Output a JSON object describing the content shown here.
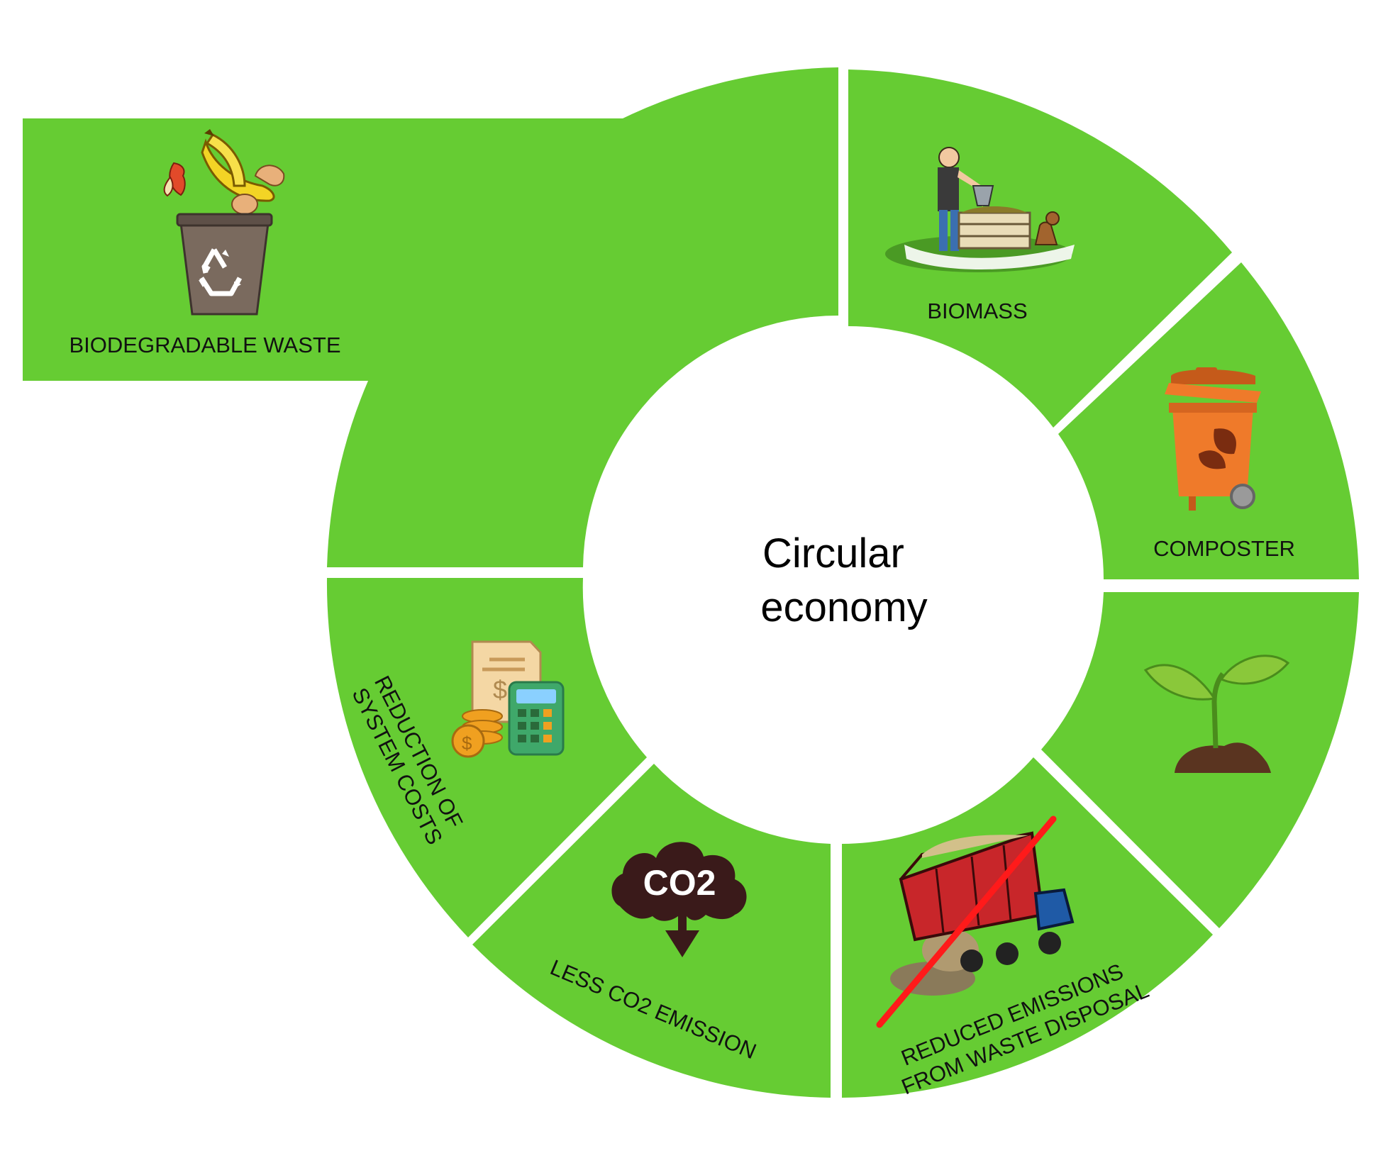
{
  "diagram": {
    "center_label": [
      "Circular",
      "economy"
    ],
    "colors": {
      "segment": "#66cc33",
      "background": "#ffffff",
      "strike": "#ff1a1a"
    },
    "segments": [
      {
        "name": "biodegradable-waste",
        "label": "BIODEGRADABLE WASTE",
        "icon": "compost-bin-with-fruit-peels-icon"
      },
      {
        "name": "biomass",
        "label": "BIOMASS",
        "icon": "man-composting-icon"
      },
      {
        "name": "composter",
        "label": "COMPOSTER",
        "icon": "orange-compost-bin-icon"
      },
      {
        "name": "plant-growth",
        "label": "",
        "icon": "sprout-icon"
      },
      {
        "name": "reduced-emissions",
        "label_lines": [
          "REDUCED EMISSIONS",
          "FROM WASTE DISPOSAL"
        ],
        "icon": "crossed-out-dump-truck-icon"
      },
      {
        "name": "less-co2",
        "label": "LESS CO2 EMISSION",
        "icon": "co2-cloud-icon",
        "icon_text": "CO2"
      },
      {
        "name": "reduction-costs",
        "label_lines": [
          "REDUCTION OF",
          "SYSTEM COSTS"
        ],
        "icon": "calculator-and-coins-icon"
      }
    ]
  }
}
